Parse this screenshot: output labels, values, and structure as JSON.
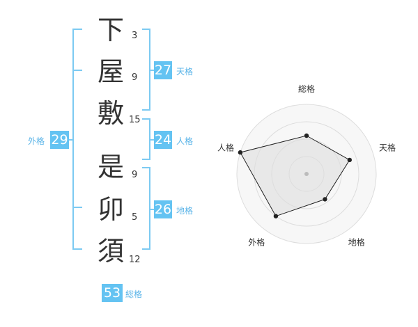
{
  "name_chars": [
    {
      "char": "下",
      "strokes": "3"
    },
    {
      "char": "屋",
      "strokes": "9"
    },
    {
      "char": "敷",
      "strokes": "15"
    },
    {
      "char": "是",
      "strokes": "9"
    },
    {
      "char": "卯",
      "strokes": "5"
    },
    {
      "char": "須",
      "strokes": "12"
    }
  ],
  "fortune": {
    "tenkaku": {
      "value": "27",
      "label": "天格"
    },
    "jinkaku": {
      "value": "24",
      "label": "人格"
    },
    "chikaku": {
      "value": "26",
      "label": "地格"
    },
    "gaikaku": {
      "value": "29",
      "label": "外格"
    },
    "soukaku": {
      "value": "53",
      "label": "総格"
    }
  },
  "colors": {
    "accent": "#64c3f2",
    "bracket": "#7ccaf2",
    "text": "#333333"
  },
  "chart_data": {
    "type": "radar",
    "axes": [
      "総格",
      "天格",
      "地格",
      "外格",
      "人格"
    ],
    "values": [
      0.55,
      0.65,
      0.45,
      0.75,
      1.0
    ],
    "rings": 4,
    "grid": true
  }
}
